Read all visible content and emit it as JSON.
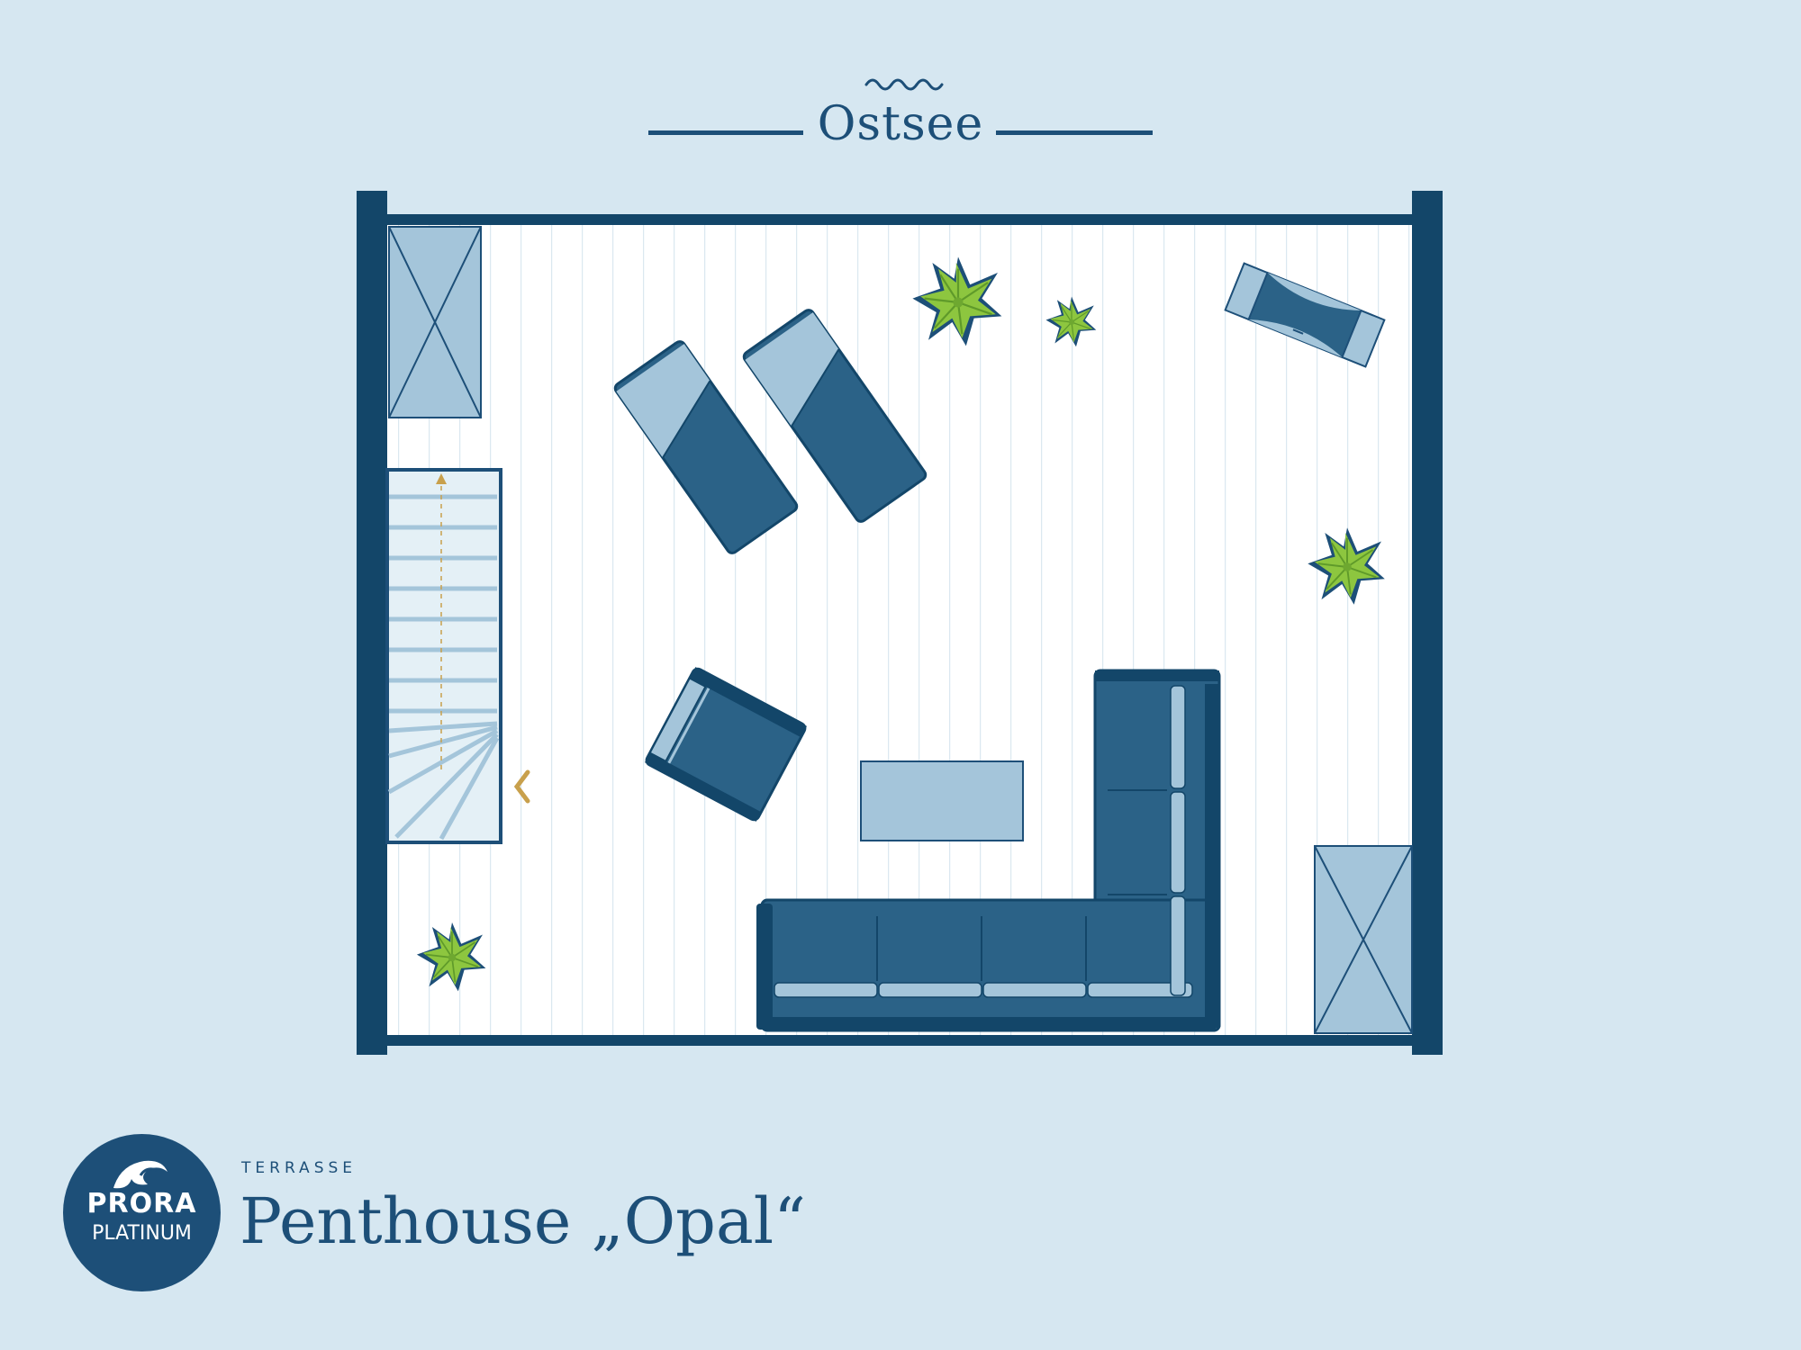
{
  "header": {
    "sea_label": "Ostsee",
    "wave_icon": "wave-icon"
  },
  "plan": {
    "room_type": "floor-plan",
    "items": [
      "staircase",
      "sun-lounger",
      "sun-lounger",
      "armchair",
      "armchair",
      "corner-sofa",
      "coffee-table",
      "storage-cabinet",
      "storage-cabinet",
      "potted-plant",
      "potted-plant",
      "potted-plant",
      "potted-plant"
    ],
    "entry_marker": "chevron-left-icon"
  },
  "footer": {
    "label": "TERRASSE",
    "title": "Penthouse „Opal“"
  },
  "logo": {
    "line1": "PRORA",
    "line2": "PLATINUM",
    "icon": "wave-logo-icon"
  },
  "colors": {
    "background": "#d6e7f1",
    "navy": "#1d4f78",
    "dark_navy": "#134669",
    "furniture": "#2b6287",
    "light_blue": "#a4c5da",
    "floor": "#ffffff",
    "plant": "#8dc63f",
    "accent": "#c8a04c"
  }
}
